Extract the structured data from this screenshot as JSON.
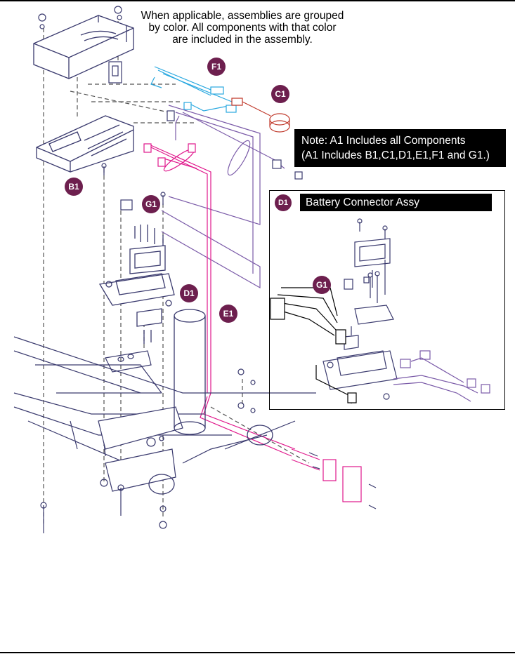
{
  "header_note": [
    "When applicable, assemblies are grouped",
    "by color. All components with that color",
    "are included in the assembly."
  ],
  "note_box": [
    "Note: A1 Includes all Components",
    "(A1 Includes B1,C1,D1,E1,F1 and G1.)"
  ],
  "inset": {
    "badge": "D1",
    "title": "Battery Connector Assy",
    "g1_callout": "G1"
  },
  "callouts": {
    "f1": "F1",
    "c1": "C1",
    "b1": "B1",
    "g1": "G1",
    "d1": "D1",
    "e1": "E1"
  },
  "colors": {
    "line_art": "#3a3a6e",
    "callout_fill": "#6d1f4e",
    "harness_blue": "#29a8e0",
    "harness_red": "#c0392b",
    "harness_magenta": "#e0188c",
    "harness_purple": "#7a5aa8"
  }
}
